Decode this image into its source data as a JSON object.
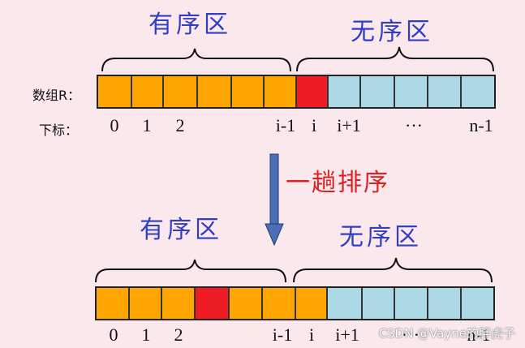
{
  "top": {
    "sorted_label": "有序区",
    "unsorted_label": "无序区",
    "array_label": "数组R：",
    "index_label": "下标：",
    "indices": [
      "0",
      "1",
      "2",
      "i-1",
      "i",
      "i+1",
      "···",
      "n-1"
    ],
    "cells": [
      "sorted",
      "sorted",
      "sorted",
      "sorted",
      "sorted",
      "sorted",
      "current",
      "unsorted",
      "unsorted",
      "unsorted",
      "unsorted",
      "unsorted"
    ]
  },
  "step_label": "一趟排序",
  "bottom": {
    "sorted_label": "有序区",
    "unsorted_label": "无序区",
    "indices": [
      "0",
      "1",
      "2",
      "i-1",
      "i",
      "i+1",
      "···",
      "n-1"
    ],
    "cells": [
      "sorted",
      "sorted",
      "sorted",
      "current",
      "sorted",
      "sorted",
      "sorted",
      "unsorted",
      "unsorted",
      "unsorted",
      "unsorted",
      "unsorted"
    ]
  },
  "watermark": "CSDN @Vayne的胖虎子",
  "colors": {
    "sorted": "#ffa500",
    "current": "#ee1c25",
    "unsorted": "#add8e6",
    "label_blue": "#2f3ec4",
    "arrow_blue": "#4a6fb8",
    "step_red": "#e02020"
  }
}
